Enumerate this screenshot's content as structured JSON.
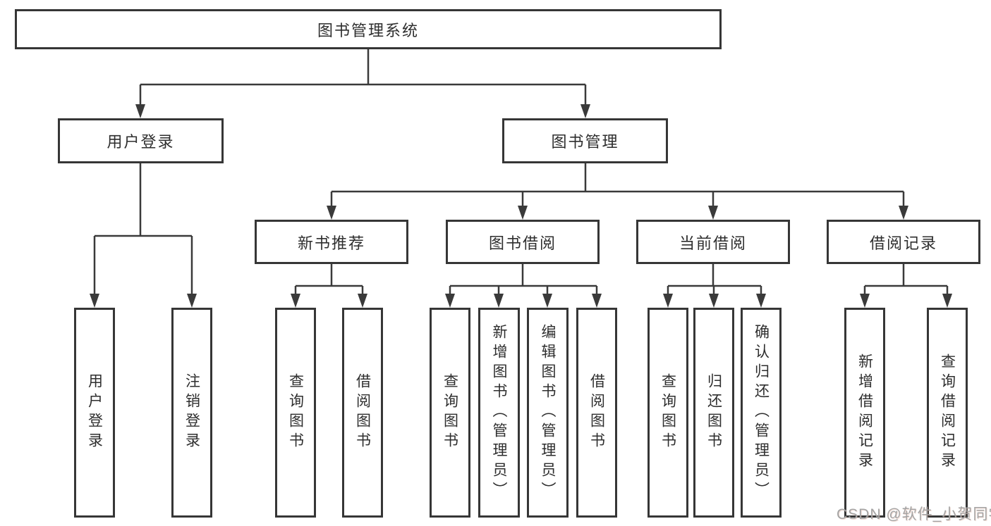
{
  "tree": {
    "root": {
      "label": "图书管理系统"
    },
    "children": [
      {
        "label": "用户登录",
        "children": [
          {
            "label": "用户登录"
          },
          {
            "label": "注销登录"
          }
        ]
      },
      {
        "label": "图书管理",
        "children": [
          {
            "label": "新书推荐",
            "children": [
              {
                "label": "查询图书"
              },
              {
                "label": "借阅图书"
              }
            ]
          },
          {
            "label": "图书借阅",
            "children": [
              {
                "label": "查询图书"
              },
              {
                "label": "新增图书（管理员）"
              },
              {
                "label": "编辑图书（管理员）"
              },
              {
                "label": "借阅图书"
              }
            ]
          },
          {
            "label": "当前借阅",
            "children": [
              {
                "label": "查询图书"
              },
              {
                "label": "归还图书"
              },
              {
                "label": "确认归还（管理员）"
              }
            ]
          },
          {
            "label": "借阅记录",
            "children": [
              {
                "label": "新增借阅记录"
              },
              {
                "label": "查询借阅记录"
              }
            ]
          }
        ]
      }
    ]
  },
  "watermark": {
    "text": "CSDN @软件_小贺同学"
  },
  "colors": {
    "line": "#3a3a3a",
    "border": "#363636",
    "text": "#2e2e2e",
    "background": "#ffffff",
    "watermark": "#a4a4a4"
  }
}
